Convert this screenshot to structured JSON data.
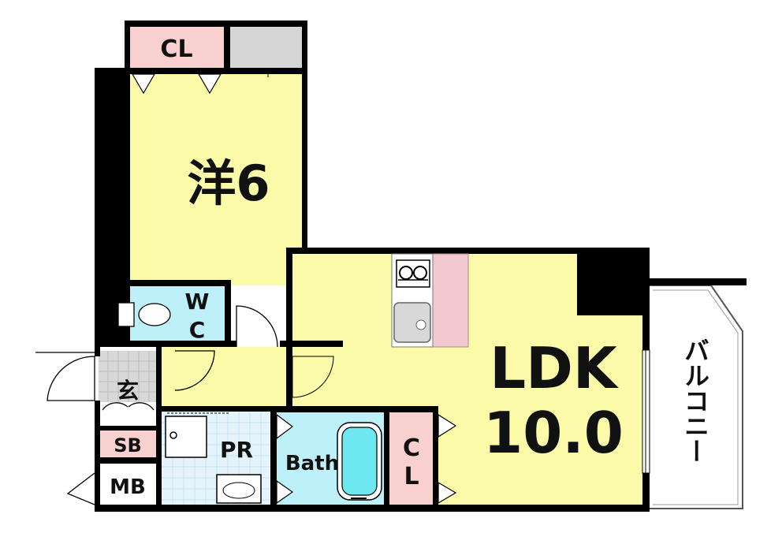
{
  "rooms": {
    "western_room": {
      "label": "洋6"
    },
    "ldk": {
      "label_line1": "LDK",
      "label_line2": "10.0"
    },
    "closet_top": {
      "label": "CL"
    },
    "closet_ldk": {
      "label_line1": "C",
      "label_line2": "L"
    },
    "wc": {
      "label_line1": "W",
      "label_line2": "C"
    },
    "entrance": {
      "label": "玄"
    },
    "shoe_box": {
      "label": "SB"
    },
    "meter_box": {
      "label": "MB"
    },
    "powder_room": {
      "label": "PR"
    },
    "bath": {
      "label": "Bath"
    },
    "balcony": {
      "label": "バルコニー"
    }
  },
  "colors": {
    "room_fill": "#fafaa8",
    "closet_fill": "#f8d0d0",
    "wet_fill": "#bdf0f8",
    "entrance_fill": "#d8d8d8",
    "balcony_fill": "#ffffff",
    "wall": "#000000",
    "kitchen_counter": "#f4c8d0",
    "storage_grey": "#d6d6d6"
  }
}
